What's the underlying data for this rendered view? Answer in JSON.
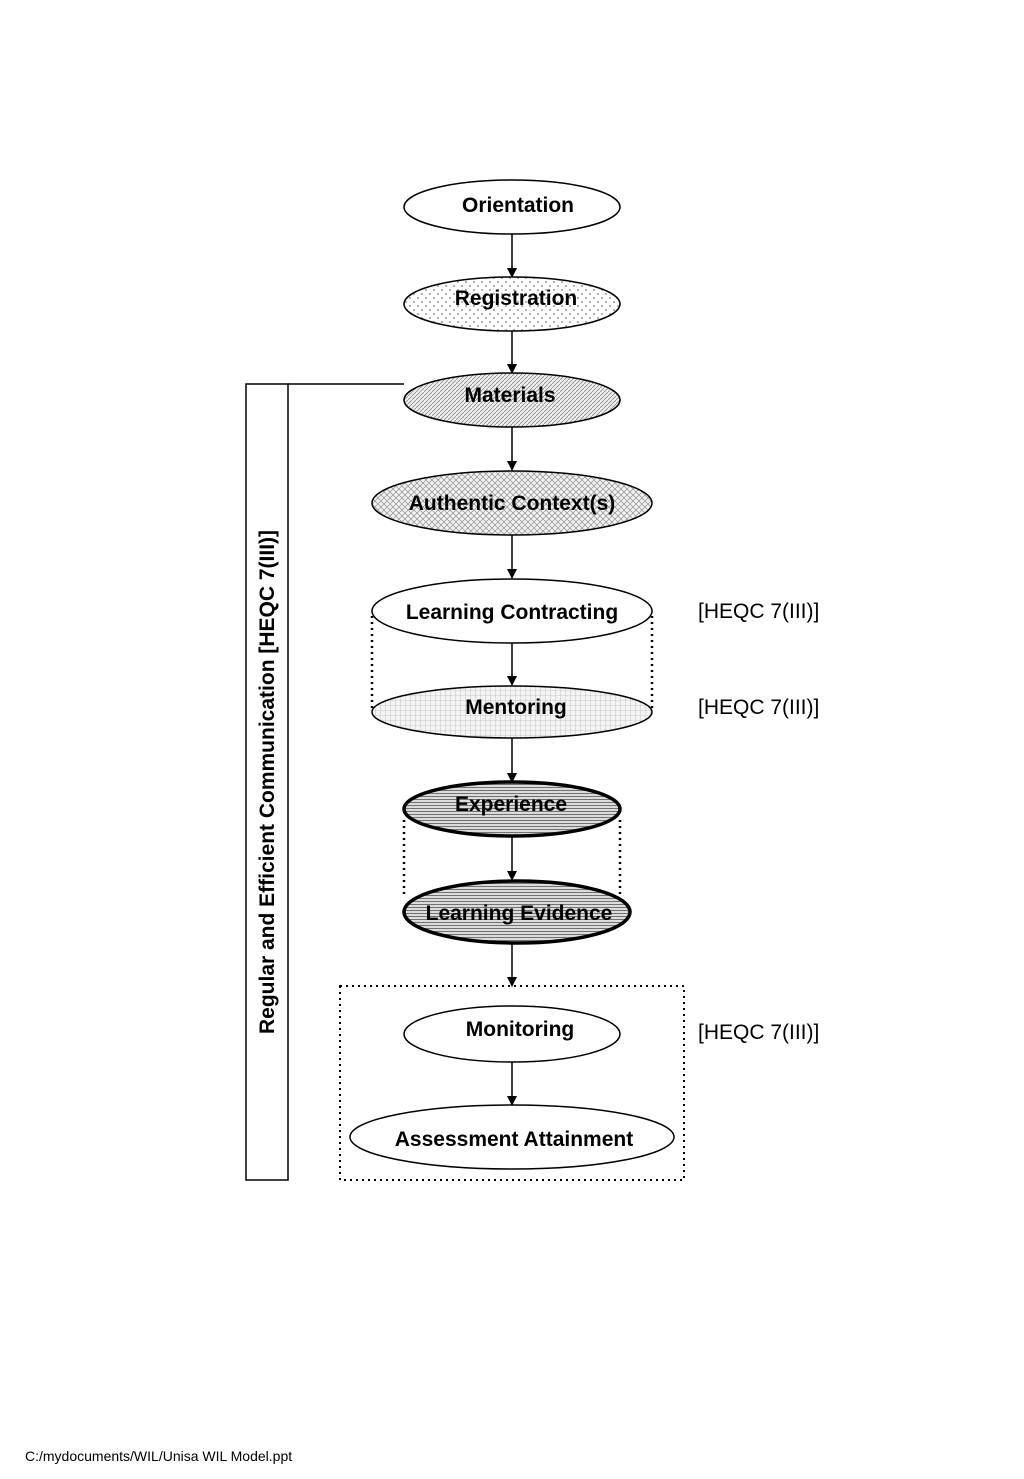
{
  "nodes": {
    "orientation": "Orientation",
    "registration": "Registration",
    "materials": "Materials",
    "authentic_context": "Authentic Context(s)",
    "learning_contracting": "Learning Contracting",
    "mentoring": "Mentoring",
    "experience": "Experience",
    "learning_evidence": "Learning Evidence",
    "monitoring": "Monitoring",
    "assessment_attainment": "Assessment Attainment"
  },
  "side_bar": {
    "label": "Regular and Efficient Communication [HEQC 7(III)]"
  },
  "notes": {
    "learning_contracting": "[HEQC 7(III)]",
    "mentoring": "[HEQC 7(III)]",
    "monitoring": "[HEQC 7(III)]"
  },
  "footer": {
    "path": "C:/mydocuments/WIL/Unisa WIL Model.ppt"
  }
}
